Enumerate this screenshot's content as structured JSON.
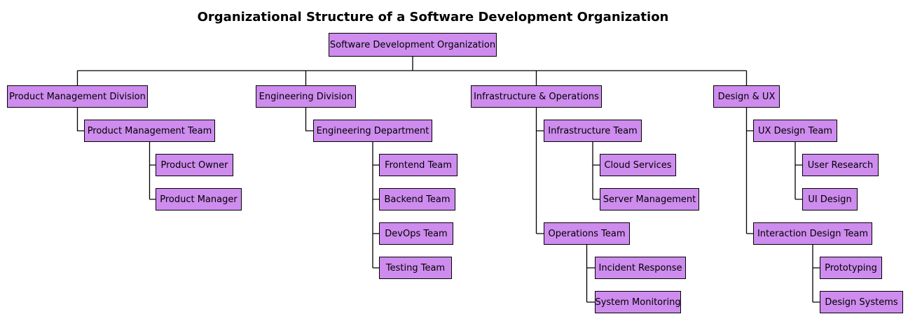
{
  "diagram": {
    "title": "Organizational Structure of a Software Development Organization",
    "root": {
      "label": "Software Development Organization",
      "children": [
        {
          "label": "Product Management Division",
          "children": [
            {
              "label": "Product Management Team",
              "children": [
                {
                  "label": "Product Owner"
                },
                {
                  "label": "Product Manager"
                }
              ]
            }
          ]
        },
        {
          "label": "Engineering Division",
          "children": [
            {
              "label": "Engineering Department",
              "children": [
                {
                  "label": "Frontend Team"
                },
                {
                  "label": "Backend Team"
                },
                {
                  "label": "DevOps Team"
                },
                {
                  "label": "Testing Team"
                }
              ]
            }
          ]
        },
        {
          "label": "Infrastructure & Operations",
          "children": [
            {
              "label": "Infrastructure Team",
              "children": [
                {
                  "label": "Cloud Services"
                },
                {
                  "label": "Server Management"
                }
              ]
            },
            {
              "label": "Operations Team",
              "children": [
                {
                  "label": "Incident Response"
                },
                {
                  "label": "System Monitoring"
                }
              ]
            }
          ]
        },
        {
          "label": "Design & UX",
          "children": [
            {
              "label": "UX Design Team",
              "children": [
                {
                  "label": "User Research"
                },
                {
                  "label": "UI Design"
                }
              ]
            },
            {
              "label": "Interaction Design Team",
              "children": [
                {
                  "label": "Prototyping"
                },
                {
                  "label": "Design Systems"
                }
              ]
            }
          ]
        }
      ]
    },
    "colors": {
      "node_fill": "#CE8CEE",
      "node_border": "#000000",
      "connector": "#000000",
      "background": "#FFFFFF",
      "text": "#000000"
    }
  }
}
